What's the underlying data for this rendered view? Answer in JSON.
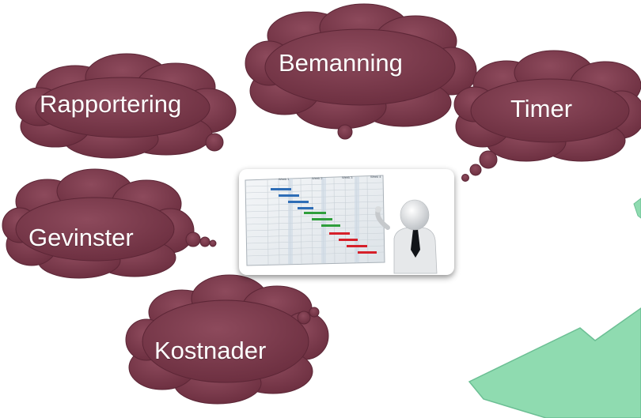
{
  "clouds": {
    "rapportering": "Rapportering",
    "bemanning": "Bemanning",
    "timer": "Timer",
    "gevinster": "Gevinster",
    "kostnader": "Kostnader"
  },
  "gantt": {
    "headers": [
      "Week 1",
      "Week 2",
      "Week 3",
      "Week 4"
    ]
  },
  "colors": {
    "cloud_fill": "#7a3a4b",
    "cloud_edge": "#5c2636",
    "arrow_fill": "#8fdbb0",
    "arrow_edge": "#6cbf94",
    "bar_blue": "#2e6db6",
    "bar_green": "#2f9e3c",
    "bar_red": "#d6202a"
  }
}
